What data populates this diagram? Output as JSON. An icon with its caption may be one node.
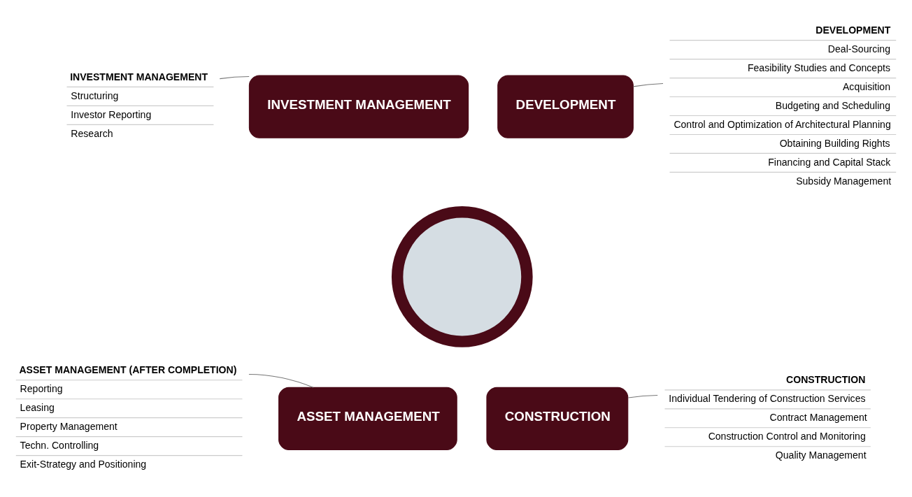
{
  "diagram": {
    "nodes": [
      {
        "text": [
          "INVESTMENT MANAGEMENT",
          "Structuring",
          "Investor Reporting",
          "Research"
        ]
      },
      {
        "text": [
          "DEVELOPMENT",
          "Deal-Sourcing",
          "Feasibility Studies and Concepts",
          "Acquisition",
          "Budgeting and Scheduling",
          "Control and Optimization of Architectural Planning",
          "Obtaining Building Rights",
          "Financing and Capital Stack",
          "Subsidy Management"
        ]
      },
      {
        "text": [
          "INVESTMENT MANAGEMENT"
        ]
      },
      {
        "text": [
          "DEVELOPMENT"
        ]
      },
      {
        "text": [],
        "shape": "circle"
      },
      {
        "text": [
          "ASSET MANAGEMENT"
        ]
      },
      {
        "text": [
          "CONSTRUCTION"
        ]
      },
      {
        "text": [
          "ASSET MANAGEMENT (AFTER COMPLETION)",
          "Reporting",
          "Leasing",
          "Property Management",
          "Techn. Controlling",
          "Exit-Strategy and Positioning"
        ]
      },
      {
        "text": [
          "CONSTRUCTION",
          "Individual Tendering of Construction Services",
          "Contract Management",
          "Construction Control and Monitoring",
          "Quality Management"
        ]
      }
    ],
    "edges": [
      {
        "from": 0,
        "to": 2,
        "arrow": "none"
      },
      {
        "from": 1,
        "to": 3,
        "arrow": "none"
      },
      {
        "from": 7,
        "to": 5,
        "arrow": "none"
      },
      {
        "from": 8,
        "to": 6,
        "arrow": "none"
      }
    ]
  }
}
